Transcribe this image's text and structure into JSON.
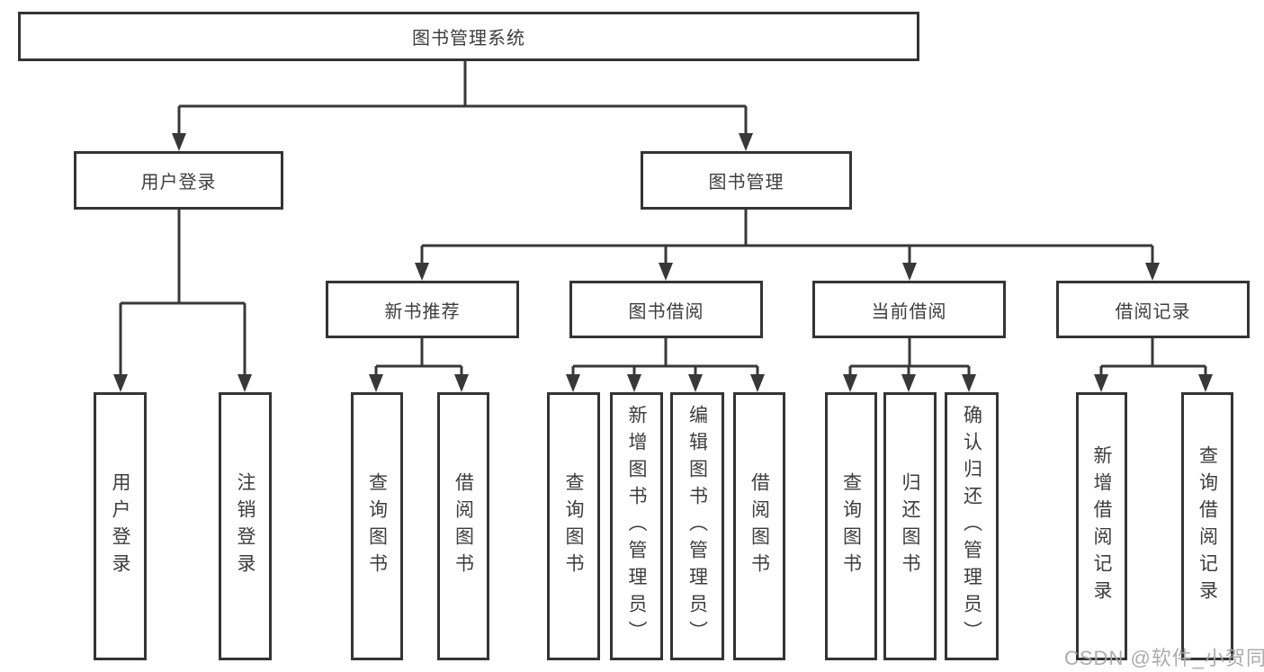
{
  "diagram": {
    "root": {
      "label": "图书管理系统"
    },
    "level2": [
      {
        "label": "用户登录"
      },
      {
        "label": "图书管理"
      }
    ],
    "level3": [
      {
        "label": "新书推荐"
      },
      {
        "label": "图书借阅"
      },
      {
        "label": "当前借阅"
      },
      {
        "label": "借阅记录"
      }
    ],
    "leaves": {
      "user_login": [
        {
          "label": "用户登录"
        },
        {
          "label": "注销登录"
        }
      ],
      "new_book_recommend": [
        {
          "label": "查询图书"
        },
        {
          "label": "借阅图书"
        }
      ],
      "book_borrow": [
        {
          "label": "查询图书"
        },
        {
          "label": "新增图书（管理员）"
        },
        {
          "label": "编辑图书（管理员）"
        },
        {
          "label": "借阅图书"
        }
      ],
      "current_borrow": [
        {
          "label": "查询图书"
        },
        {
          "label": "归还图书"
        },
        {
          "label": "确认归还（管理员）"
        }
      ],
      "borrow_record": [
        {
          "label": "新增借阅记录"
        },
        {
          "label": "查询借阅记录"
        }
      ]
    }
  },
  "watermark": {
    "text": "CSDN @软件_小贺同学"
  },
  "colors": {
    "line": "#383838",
    "border": "#343434",
    "text": "#3d3d3d",
    "watermark": "#a8a8a8",
    "background": "#ffffff"
  }
}
